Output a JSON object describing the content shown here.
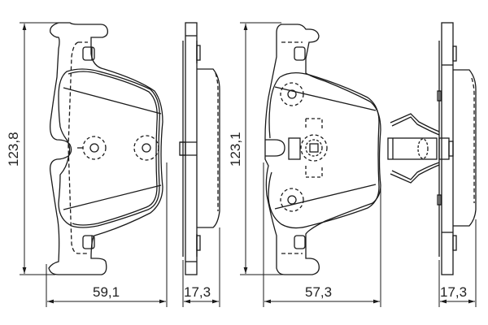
{
  "drawing": {
    "subject": "Brake pad set technical drawing",
    "stroke_color": "#1a1a1a",
    "background": "#ffffff"
  },
  "dimensions": {
    "pad1_height": "123,8",
    "pad1_width": "59,1",
    "pad1_thickness": "17,3",
    "pad2_height": "123,1",
    "pad2_width": "57,3",
    "pad2_thickness": "17,3"
  },
  "views": [
    {
      "id": "pad1-front",
      "label": "Outer pad front view"
    },
    {
      "id": "pad1-side",
      "label": "Outer pad side view"
    },
    {
      "id": "pad2-front",
      "label": "Inner pad front view with wear sensor clip"
    },
    {
      "id": "pad2-side",
      "label": "Inner pad side view with spring clip"
    }
  ]
}
